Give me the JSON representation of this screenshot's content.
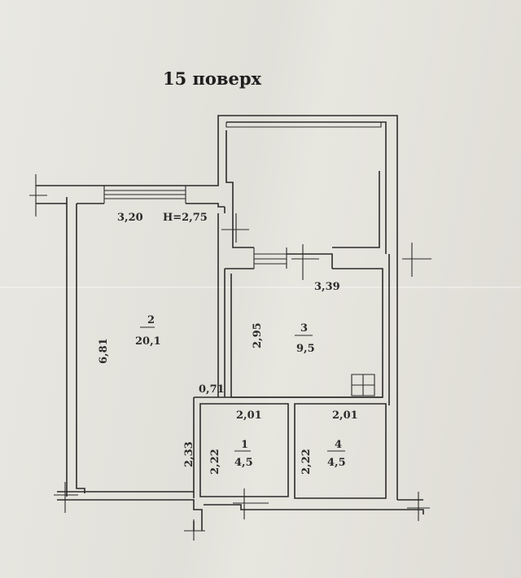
{
  "title": "15 поверх",
  "ceiling_height": "H=2,75",
  "rooms": [
    {
      "id": "1",
      "area": "4,5"
    },
    {
      "id": "2",
      "area": "20,1"
    },
    {
      "id": "3",
      "area": "9,5"
    },
    {
      "id": "4",
      "area": "4,5"
    }
  ],
  "dimensions": {
    "room2_width": "3,20",
    "room2_length": "6,81",
    "room3_width": "3,39",
    "room3_length": "2,95",
    "corridor_width": "0,71",
    "room1_width": "2,01",
    "room1_length": "2,22",
    "room1_outer_length": "2,33",
    "room4_width": "2,01",
    "room4_length": "2,22"
  }
}
